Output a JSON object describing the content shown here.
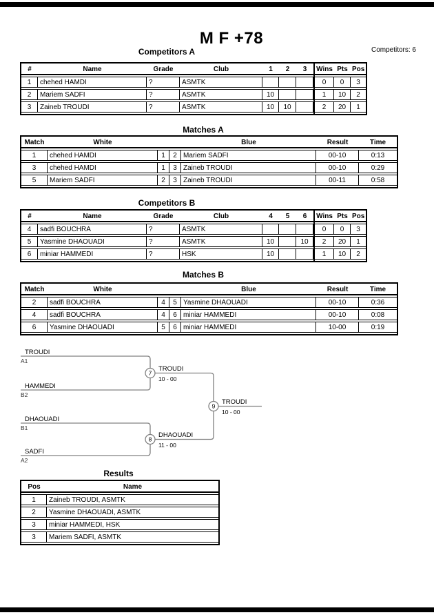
{
  "page": {
    "title": "M F +78",
    "competitors_count": "Competitors: 6"
  },
  "competitors_a": {
    "heading": "Competitors A",
    "headers": {
      "num": "#",
      "name": "Name",
      "grade": "Grade",
      "club": "Club",
      "r1": "1",
      "r2": "2",
      "r3": "3",
      "wins": "Wins",
      "pts": "Pts",
      "pos": "Pos"
    },
    "rows": [
      {
        "num": "1",
        "name": "chehed HAMDI",
        "grade": "?",
        "club": "ASMTK",
        "r1": "",
        "r2": "",
        "r3": "",
        "wins": "0",
        "pts": "0",
        "pos": "3"
      },
      {
        "num": "2",
        "name": "Mariem SADFI",
        "grade": "?",
        "club": "ASMTK",
        "r1": "10",
        "r2": "",
        "r3": "",
        "wins": "1",
        "pts": "10",
        "pos": "2"
      },
      {
        "num": "3",
        "name": "Zaineb TROUDI",
        "grade": "?",
        "club": "ASMTK",
        "r1": "10",
        "r2": "10",
        "r3": "",
        "wins": "2",
        "pts": "20",
        "pos": "1"
      }
    ]
  },
  "matches_a": {
    "heading": "Matches A",
    "headers": {
      "match": "Match",
      "white": "White",
      "blue": "Blue",
      "result": "Result",
      "time": "Time"
    },
    "rows": [
      {
        "match": "1",
        "white": "chehed HAMDI",
        "wnum": "1",
        "bnum": "2",
        "blue": "Mariem SADFI",
        "result": "00-10",
        "time": "0:13"
      },
      {
        "match": "3",
        "white": "chehed HAMDI",
        "wnum": "1",
        "bnum": "3",
        "blue": "Zaineb TROUDI",
        "result": "00-10",
        "time": "0:29"
      },
      {
        "match": "5",
        "white": "Mariem SADFI",
        "wnum": "2",
        "bnum": "3",
        "blue": "Zaineb TROUDI",
        "result": "00-11",
        "time": "0:58"
      }
    ]
  },
  "competitors_b": {
    "heading": "Competitors B",
    "headers": {
      "num": "#",
      "name": "Name",
      "grade": "Grade",
      "club": "Club",
      "r1": "4",
      "r2": "5",
      "r3": "6",
      "wins": "Wins",
      "pts": "Pts",
      "pos": "Pos"
    },
    "rows": [
      {
        "num": "4",
        "name": "sadfi BOUCHRA",
        "grade": "?",
        "club": "ASMTK",
        "r1": "",
        "r2": "",
        "r3": "",
        "wins": "0",
        "pts": "0",
        "pos": "3"
      },
      {
        "num": "5",
        "name": "Yasmine DHAOUADI",
        "grade": "?",
        "club": "ASMTK",
        "r1": "10",
        "r2": "",
        "r3": "10",
        "wins": "2",
        "pts": "20",
        "pos": "1"
      },
      {
        "num": "6",
        "name": "miniar HAMMEDI",
        "grade": "?",
        "club": "HSK",
        "r1": "10",
        "r2": "",
        "r3": "",
        "wins": "1",
        "pts": "10",
        "pos": "2"
      }
    ]
  },
  "matches_b": {
    "heading": "Matches B",
    "headers": {
      "match": "Match",
      "white": "White",
      "blue": "Blue",
      "result": "Result",
      "time": "Time"
    },
    "rows": [
      {
        "match": "2",
        "white": "sadfi BOUCHRA",
        "wnum": "4",
        "bnum": "5",
        "blue": "Yasmine DHAOUADI",
        "result": "00-10",
        "time": "0:36"
      },
      {
        "match": "4",
        "white": "sadfi BOUCHRA",
        "wnum": "4",
        "bnum": "6",
        "blue": "miniar HAMMEDI",
        "result": "00-10",
        "time": "0:08"
      },
      {
        "match": "6",
        "white": "Yasmine DHAOUADI",
        "wnum": "5",
        "bnum": "6",
        "blue": "miniar HAMMEDI",
        "result": "10-00",
        "time": "0:19"
      }
    ]
  },
  "bracket": {
    "line_color": "#808080",
    "p1": {
      "name": "TROUDI",
      "seed": "A1"
    },
    "p2": {
      "name": "HAMMEDI",
      "seed": "B2"
    },
    "p3": {
      "name": "DHAOUADI",
      "seed": "B1"
    },
    "p4": {
      "name": "SADFI",
      "seed": "A2"
    },
    "semi1": {
      "num": "7",
      "winner": "TROUDI",
      "score": "10 - 00"
    },
    "semi2": {
      "num": "8",
      "winner": "DHAOUADI",
      "score": "11 - 00"
    },
    "final": {
      "num": "9",
      "winner": "TROUDI",
      "score": "10 - 00"
    }
  },
  "results": {
    "heading": "Results",
    "headers": {
      "pos": "Pos",
      "name": "Name"
    },
    "rows": [
      {
        "pos": "1",
        "name": "Zaineb TROUDI, ASMTK"
      },
      {
        "pos": "2",
        "name": "Yasmine DHAOUADI, ASMTK"
      },
      {
        "pos": "3",
        "name": "miniar HAMMEDI, HSK"
      },
      {
        "pos": "3",
        "name": "Mariem SADFI, ASMTK"
      }
    ]
  }
}
